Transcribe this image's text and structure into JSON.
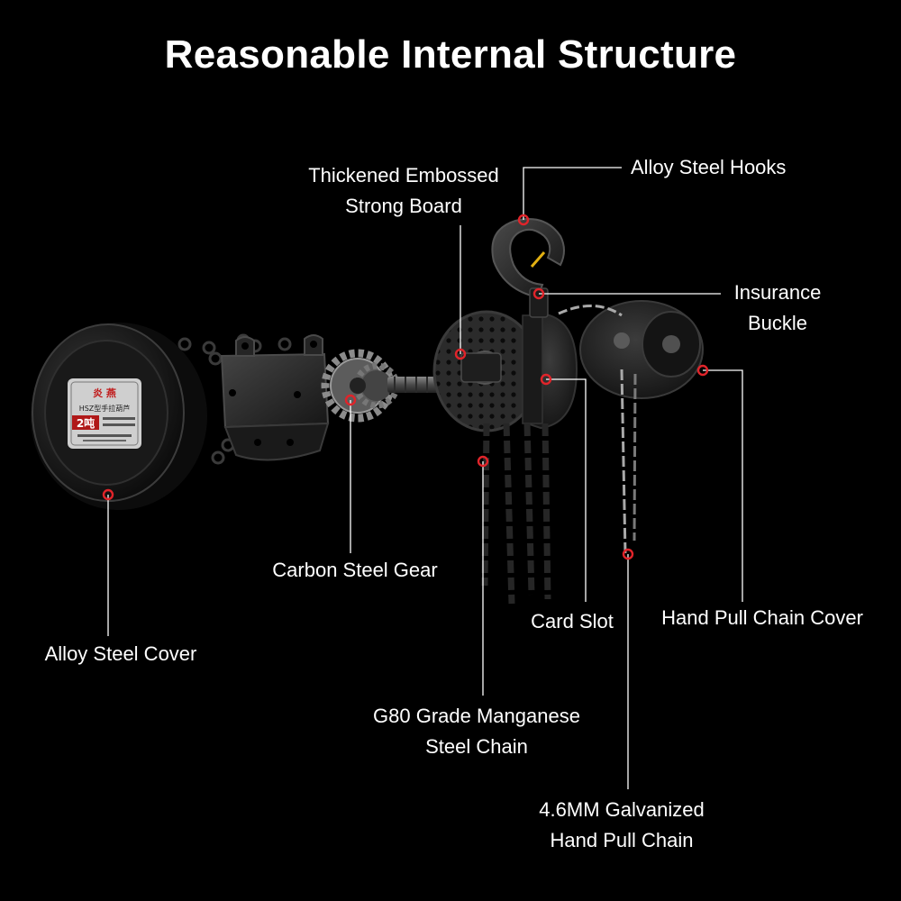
{
  "title": "Reasonable Internal Structure",
  "callouts": {
    "alloy_steel_hooks": {
      "lines": [
        "Alloy Steel Hooks"
      ]
    },
    "thickened_embossed_strong_board": {
      "lines": [
        "Thickened Embossed",
        "Strong Board"
      ]
    },
    "insurance_buckle": {
      "lines": [
        "Insurance",
        "Buckle"
      ]
    },
    "hand_pull_chain_cover": {
      "lines": [
        "Hand Pull Chain Cover"
      ]
    },
    "card_slot": {
      "lines": [
        "Card Slot"
      ]
    },
    "carbon_steel_gear": {
      "lines": [
        "Carbon Steel Gear"
      ]
    },
    "alloy_steel_cover": {
      "lines": [
        "Alloy Steel Cover"
      ]
    },
    "g80_chain": {
      "lines": [
        "G80 Grade Manganese",
        "Steel Chain"
      ]
    },
    "hand_pull_chain": {
      "lines": [
        "4.6MM Galvanized",
        "Hand Pull Chain"
      ]
    }
  },
  "product_badge": {
    "brand": "炎 燕",
    "model": "HSZ型手拉葫芦",
    "capacity": "2吨"
  },
  "colors": {
    "background": "#000000",
    "text": "#ffffff",
    "leader_line": "#ffffff",
    "marker": "#e0242a"
  }
}
